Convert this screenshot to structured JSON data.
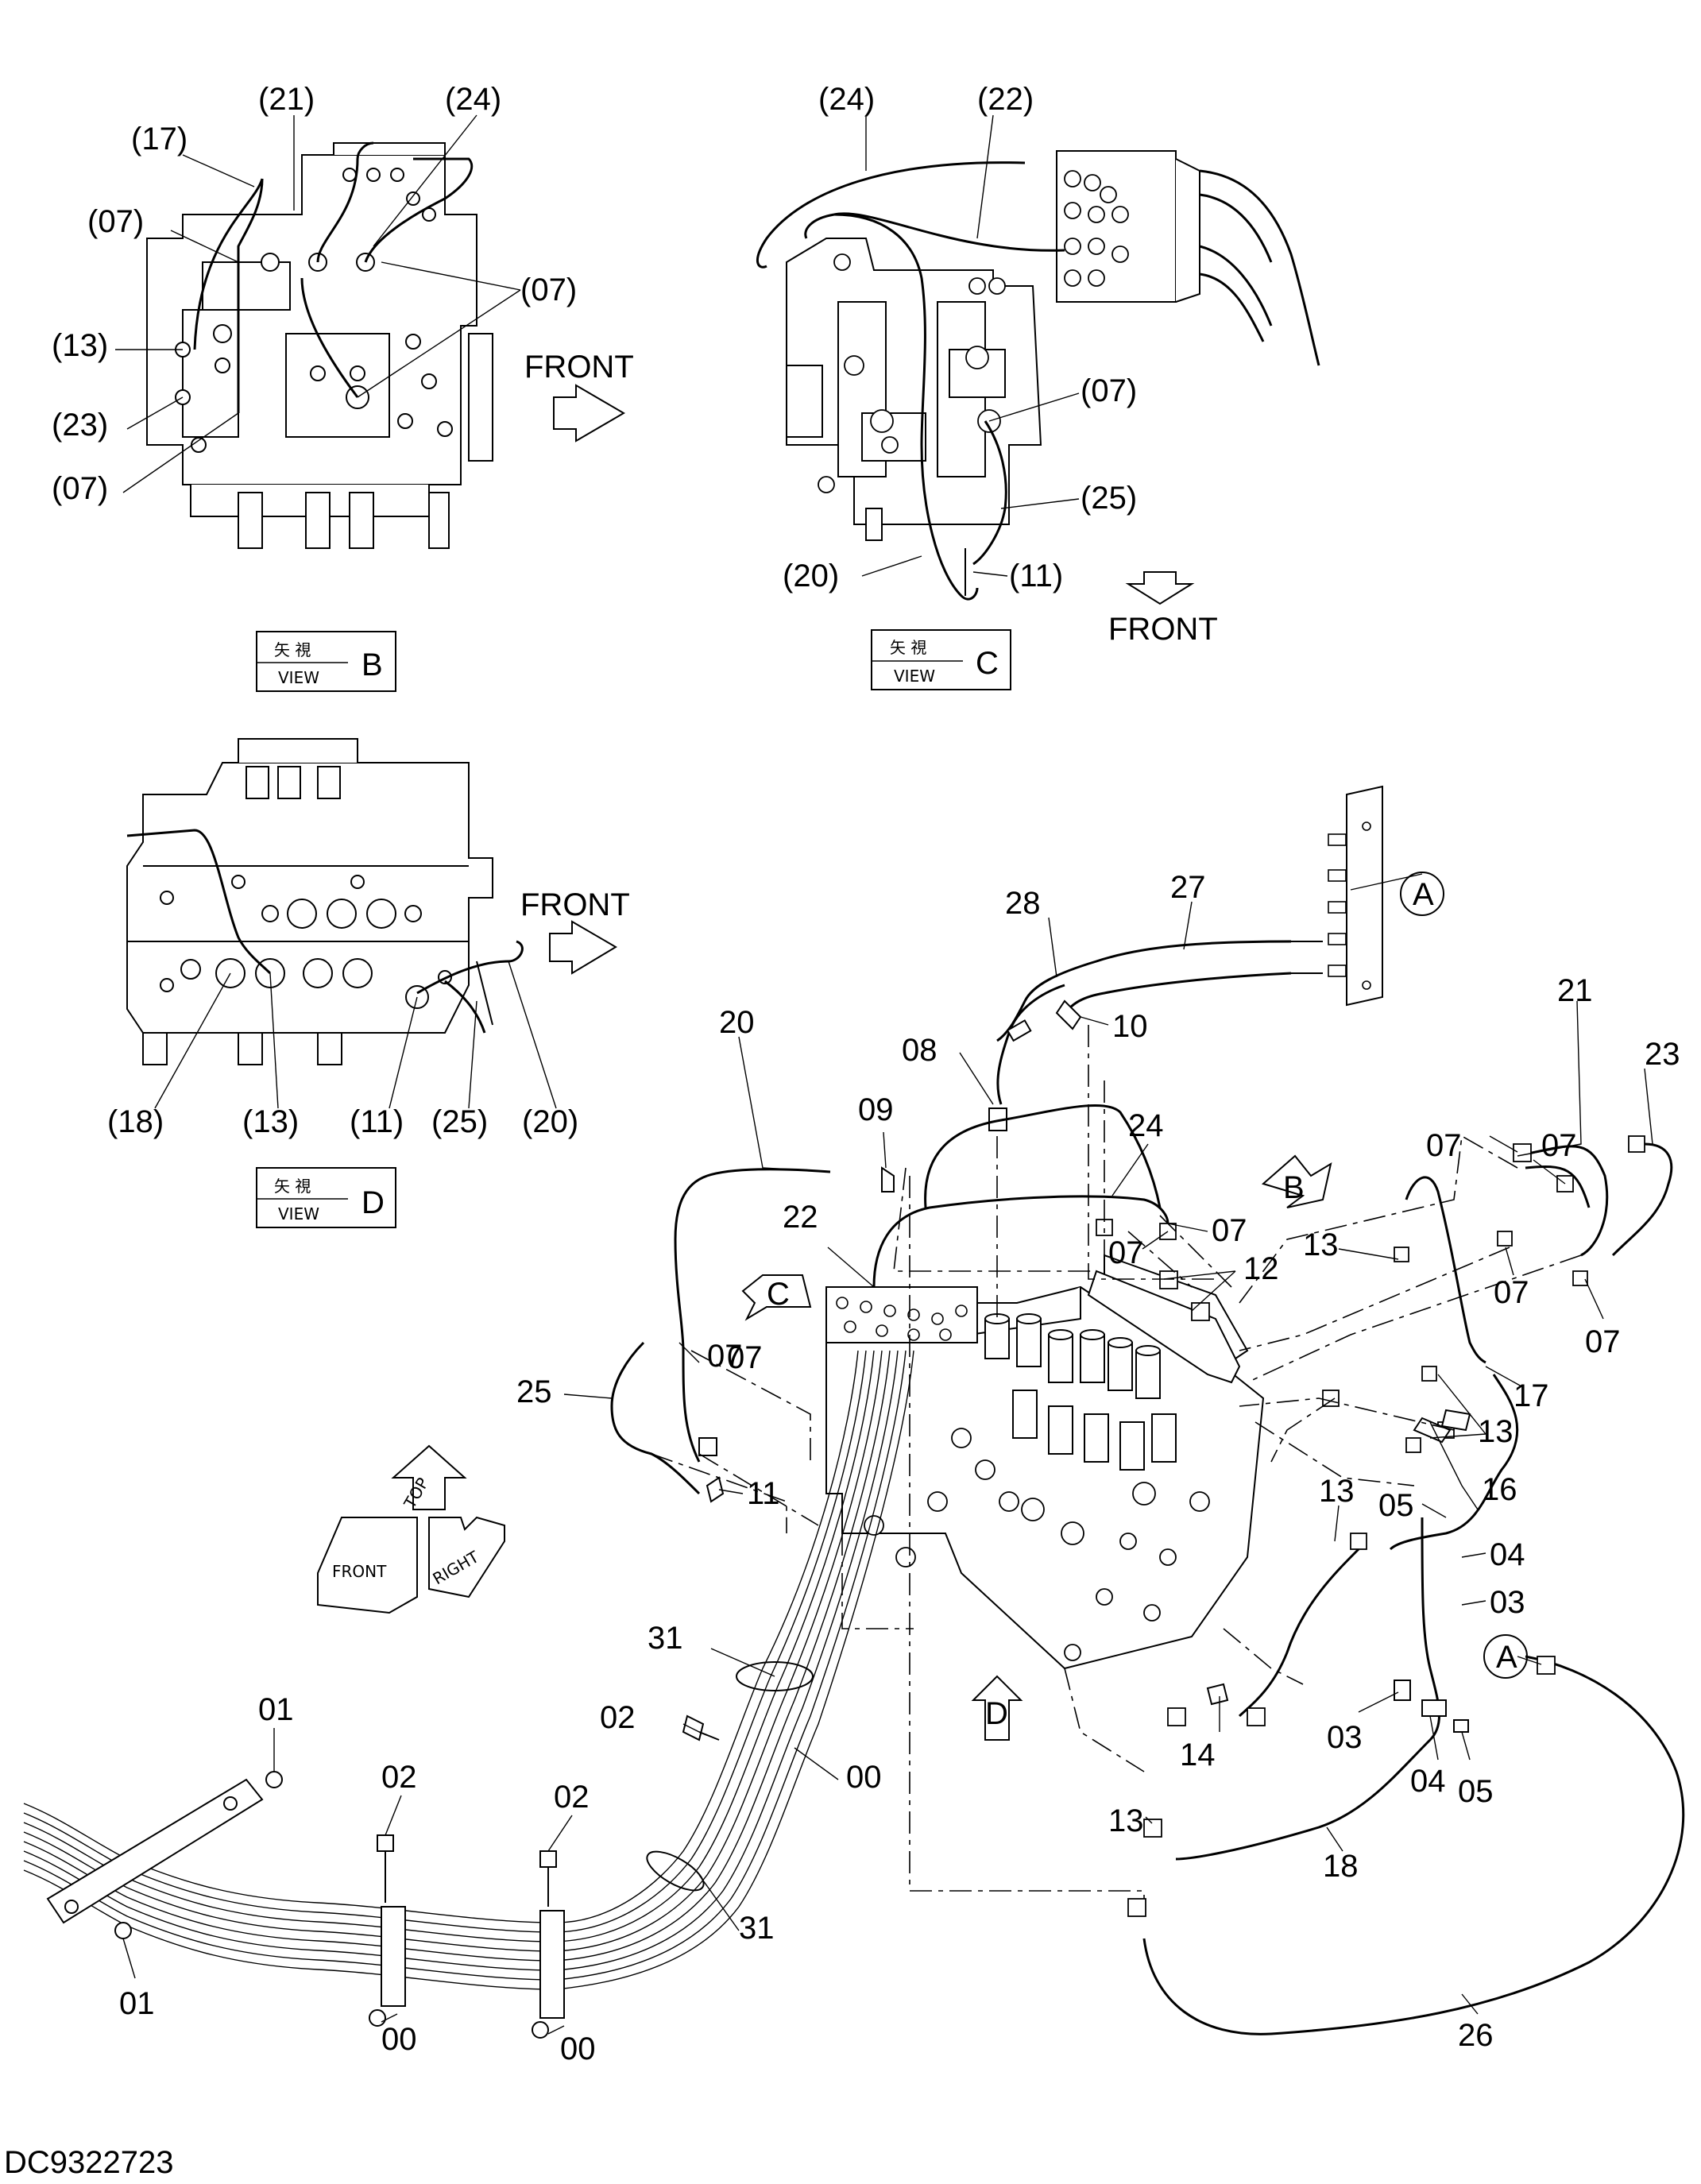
{
  "drawing_number": "DC9322723",
  "views": {
    "b": {
      "jp": "矢 視",
      "en": "VIEW",
      "letter": "B",
      "front": "FRONT",
      "callouts": [
        "(21)",
        "(24)",
        "(17)",
        "(07)",
        "(07)",
        "(13)",
        "(23)",
        "(07)"
      ]
    },
    "c": {
      "jp": "矢 視",
      "en": "VIEW",
      "letter": "C",
      "front": "FRONT",
      "callouts": [
        "(24)",
        "(22)",
        "(07)",
        "(25)",
        "(20)",
        "(11)"
      ]
    },
    "d": {
      "jp": "矢 視",
      "en": "VIEW",
      "letter": "D",
      "front": "FRONT",
      "callouts": [
        "(18)",
        "(13)",
        "(11)",
        "(25)",
        "(20)"
      ]
    }
  },
  "main_callouts": [
    "28",
    "27",
    "10",
    "08",
    "20",
    "09",
    "24",
    "22",
    "07",
    "07",
    "07",
    "12",
    "13",
    "07",
    "07",
    "21",
    "23",
    "07",
    "07",
    "25",
    "07",
    "11",
    "17",
    "13",
    "13",
    "05",
    "16",
    "04",
    "03",
    "31",
    "02",
    "00",
    "14",
    "03",
    "04",
    "05",
    "13",
    "18",
    "26",
    "01",
    "02",
    "02",
    "01",
    "00",
    "00"
  ],
  "view_arrows": [
    "B",
    "C",
    "D"
  ],
  "connection_markers": [
    "A",
    "A"
  ],
  "orientation_icon": {
    "front": "FRONT",
    "top": "TOP",
    "right": "RIGHT"
  }
}
